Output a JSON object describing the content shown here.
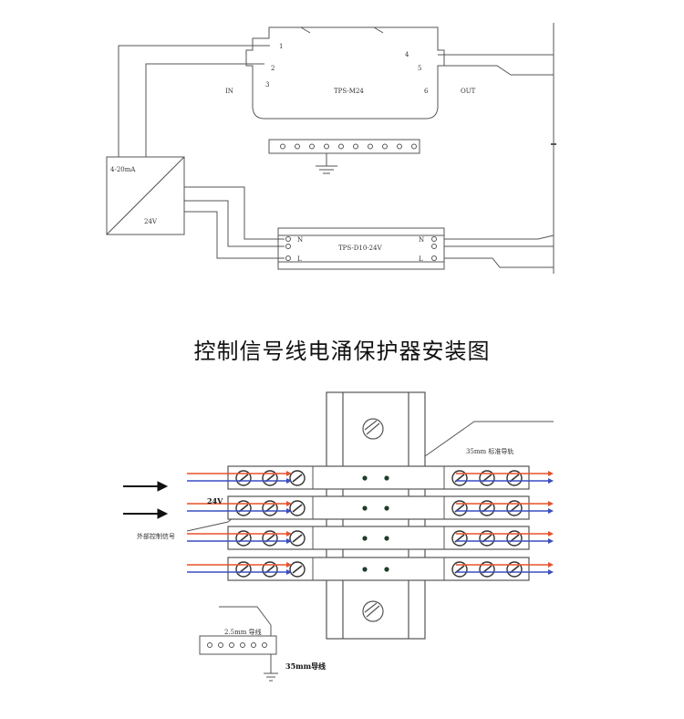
{
  "top_diagram": {
    "module_name": "TPS-M24",
    "in_label": "IN",
    "out_label": "OUT",
    "pin_1": "1",
    "pin_2": "2",
    "pin_3": "3",
    "pin_4": "4",
    "pin_5": "5",
    "pin_6": "6",
    "sensor_signal": "4-20mA",
    "sensor_power": "24V",
    "power_module_name": "TPS-D10-24V",
    "power_in_n": "N",
    "power_in_l": "L",
    "power_out_n": "N",
    "power_out_l": "L"
  },
  "title": "控制信号线电涌保护器安装图",
  "bottom_diagram": {
    "rail_label": "35mm 标准导轨",
    "voltage_label": "24V",
    "signal_label": "外部控制信号",
    "ground_bar_label": "2.5mm 导线",
    "ground_wire_label": "35mm导线"
  },
  "colors": {
    "line": "#555555",
    "arrow_red": "#e8502a",
    "arrow_blue": "#3a4ec2"
  }
}
